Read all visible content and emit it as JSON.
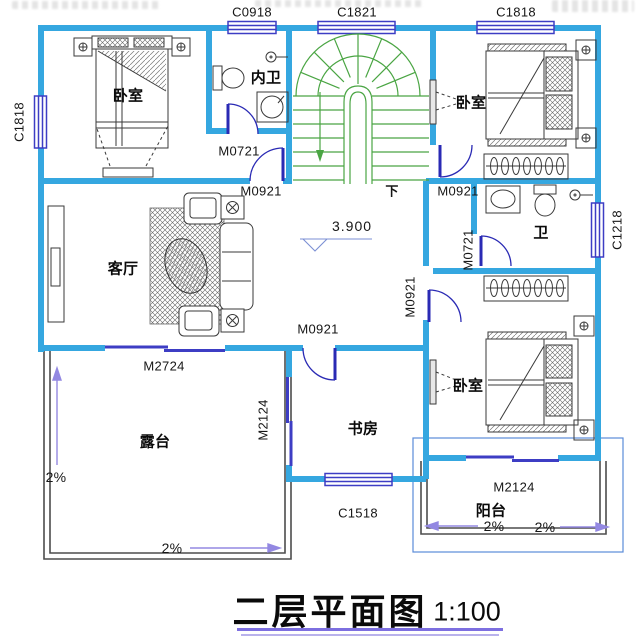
{
  "drawing": {
    "title": "二层平面图",
    "scale": "1:100"
  },
  "rooms": {
    "bedroom_tl": "卧室",
    "ensuite": "内卫",
    "bedroom_tr": "卧室",
    "living_room": "客厅",
    "bathroom": "卫",
    "bedroom_br": "卧室",
    "study": "书房",
    "terrace": "露台",
    "balcony": "阳台"
  },
  "windows": {
    "c0918": "C0918",
    "c1821": "C1821",
    "c1818_top": "C1818",
    "c1818_left": "C1818",
    "c1218": "C1218",
    "c1518": "C1518"
  },
  "doors": {
    "m0721_ensuite": "M0721",
    "m0921_bedroom_tl": "M0921",
    "m0921_bedroom_tr": "M0921",
    "m0721_bathroom": "M0721",
    "m0921_bedroom_br": "M0921",
    "m0921_study": "M0921",
    "m2724_terrace": "M2724",
    "m2124_study_terrace": "M2124",
    "m2124_balcony": "M2124"
  },
  "annotations": {
    "floor_level": "3.900",
    "stair_down": "下",
    "slope_terrace_left": "2%",
    "slope_terrace_bottom": "2%",
    "slope_balcony_left": "2%",
    "slope_balcony_right": "2%"
  },
  "colors": {
    "wall": "#35a7e0",
    "window": "#3d3dc4",
    "door": "#2a2ab4",
    "stair": "#4aa543",
    "slope": "#9388e2",
    "outline": "#4d4d4d",
    "underline": "#7d6fe0"
  }
}
